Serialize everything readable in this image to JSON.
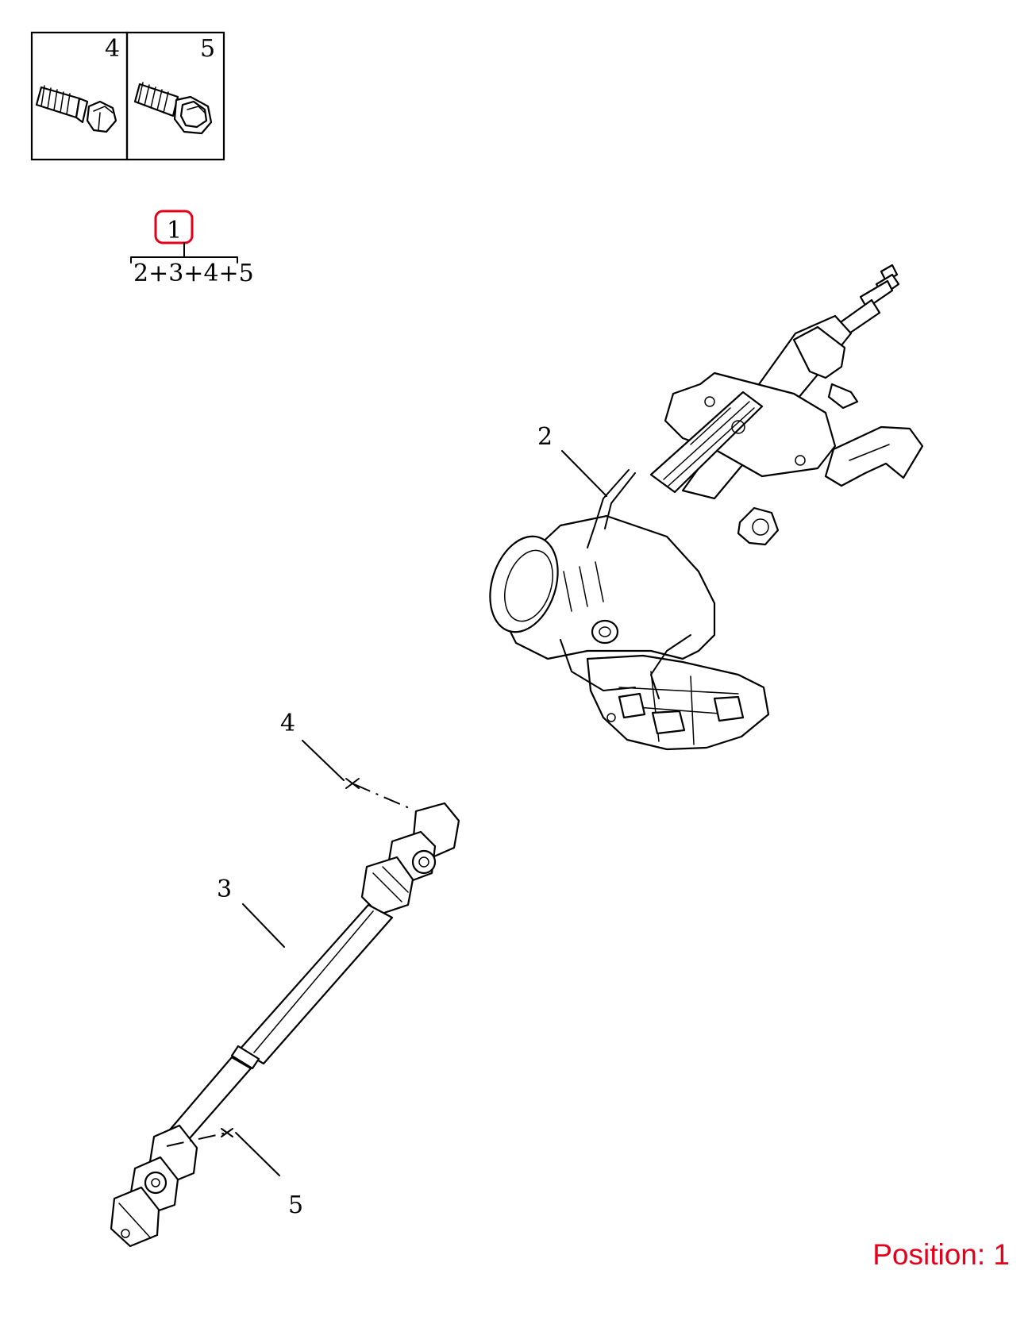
{
  "legend": {
    "box_a_number": "4",
    "box_b_number": "5"
  },
  "assembly": {
    "position_number": "1",
    "components": "2+3+4+5"
  },
  "callouts": {
    "part_2": "2",
    "part_3": "3",
    "part_4": "4",
    "part_5": "5"
  },
  "highlight_color": "#e3001b",
  "footer": {
    "position_label": "Position: 1"
  }
}
